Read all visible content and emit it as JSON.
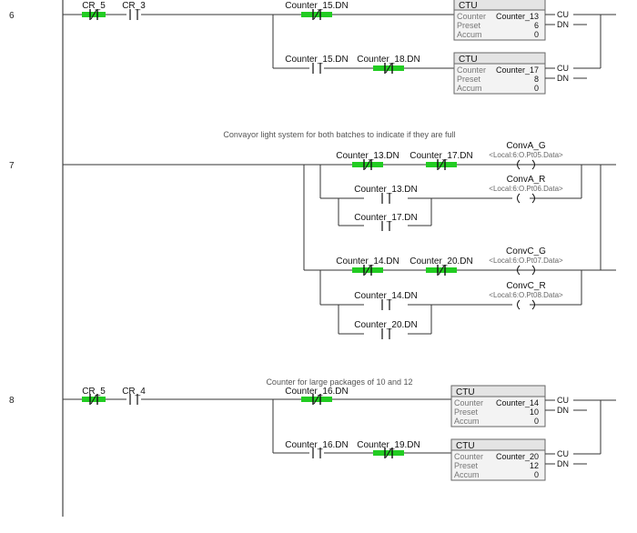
{
  "colors": {
    "energized": "#22cc22",
    "wire": "#333333",
    "block_header": "#e4e4e4",
    "block_body": "#f3f3f3"
  },
  "rung6": {
    "number": "6",
    "contact_cr5": "CR_5",
    "contact_cr3": "CR_3",
    "contact_c15a": "Counter_15.DN",
    "contact_c15b": "Counter_15.DN",
    "contact_c18": "Counter_18.DN",
    "ctu_a": {
      "title": "CTU",
      "counter_label": "Counter",
      "counter_tag": "Counter_13",
      "preset_label": "Preset",
      "preset_value": "6",
      "accum_label": "Accum",
      "accum_value": "0",
      "cu": "CU",
      "dn": "DN"
    },
    "ctu_b": {
      "title": "CTU",
      "counter_label": "Counter",
      "counter_tag": "Counter_17",
      "preset_label": "Preset",
      "preset_value": "8",
      "accum_label": "Accum",
      "accum_value": "0",
      "cu": "CU",
      "dn": "DN"
    }
  },
  "rung7": {
    "number": "7",
    "comment": "Convayor light system for both batches to indicate if they are full",
    "contact_c13a": "Counter_13.DN",
    "contact_c17a": "Counter_17.DN",
    "contact_c13b": "Counter_13.DN",
    "contact_c17b": "Counter_17.DN",
    "contact_c14a": "Counter_14.DN",
    "contact_c20a": "Counter_20.DN",
    "contact_c14b": "Counter_14.DN",
    "contact_c20b": "Counter_20.DN",
    "coil_ag": {
      "name": "ConvA_G",
      "address": "<Local:6:O.Pt05.Data>"
    },
    "coil_ar": {
      "name": "ConvA_R",
      "address": "<Local:6:O.Pt06.Data>"
    },
    "coil_cg": {
      "name": "ConvC_G",
      "address": "<Local:6:O.Pt07.Data>"
    },
    "coil_cr": {
      "name": "ConvC_R",
      "address": "<Local:6:O.Pt08.Data>"
    }
  },
  "rung8": {
    "number": "8",
    "comment": "Counter for large packages of 10 and 12",
    "contact_cr5": "CR_5",
    "contact_cr4": "CR_4",
    "contact_c16a": "Counter_16.DN",
    "contact_c16b": "Counter_16.DN",
    "contact_c19": "Counter_19.DN",
    "ctu_a": {
      "title": "CTU",
      "counter_label": "Counter",
      "counter_tag": "Counter_14",
      "preset_label": "Preset",
      "preset_value": "10",
      "accum_label": "Accum",
      "accum_value": "0",
      "cu": "CU",
      "dn": "DN"
    },
    "ctu_b": {
      "title": "CTU",
      "counter_label": "Counter",
      "counter_tag": "Counter_20",
      "preset_label": "Preset",
      "preset_value": "12",
      "accum_label": "Accum",
      "accum_value": "0",
      "cu": "CU",
      "dn": "DN"
    }
  }
}
